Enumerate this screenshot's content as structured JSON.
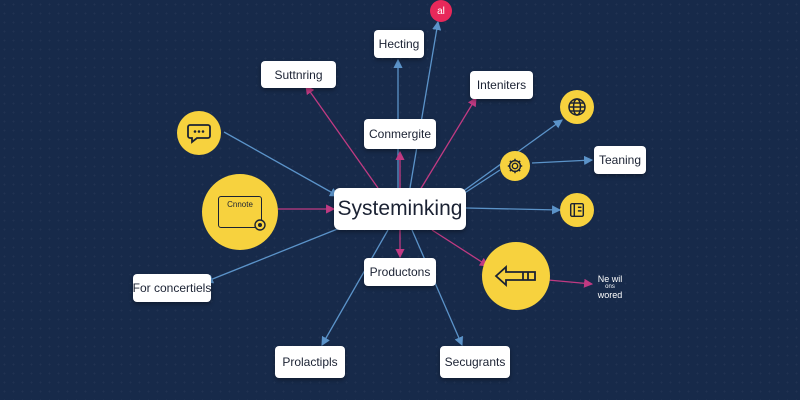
{
  "colors": {
    "background": "#172a4a",
    "node_fill": "#ffffff",
    "icon_circle": "#f7d23e",
    "edge_blue": "#5b93c9",
    "edge_pink": "#c03a82",
    "accent_dot": "#e8285a"
  },
  "diagram": {
    "center": "Systeminking",
    "nodes": {
      "hecting": "Hecting",
      "suttnring": "Suttnring",
      "inteniters": "Inteniters",
      "conmergite": "Conmergite",
      "teaning": "Teaning",
      "productons": "Productons",
      "for_concertiels": "For concertiels",
      "prolactipls": "Prolactipls",
      "secugrants": "Secugrants"
    },
    "top_badge": "al",
    "side_label_lines": [
      "Ne wil",
      "ons",
      "wored"
    ],
    "card_icon_text": "Cnnote",
    "icons": [
      "chat-bubble-icon",
      "certificate-icon",
      "globe-icon",
      "gear-icon",
      "book-icon",
      "arrow-left-icon"
    ]
  }
}
